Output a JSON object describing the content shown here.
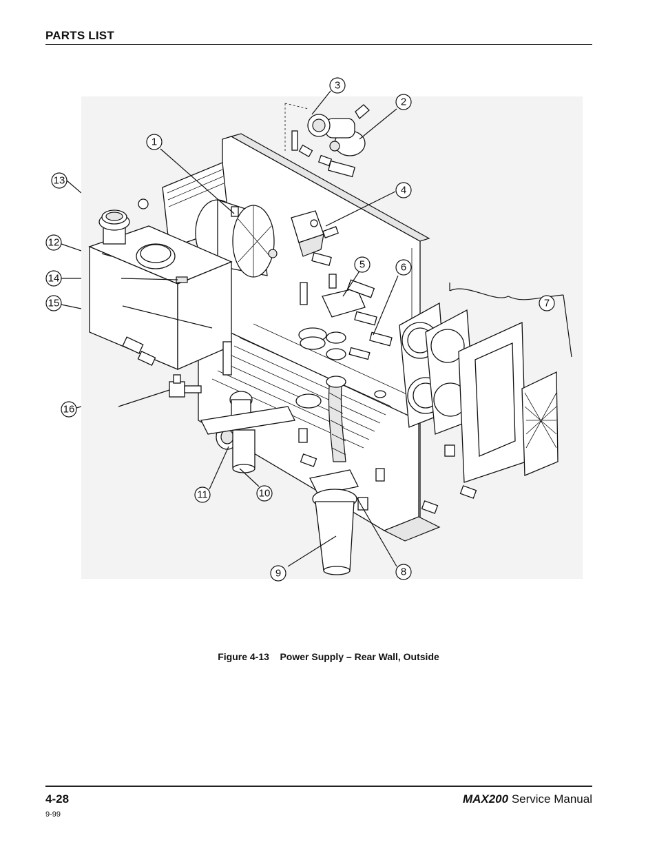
{
  "header": {
    "section_title": "PARTS LIST"
  },
  "figure": {
    "caption": "Figure 4-13    Power Supply – Rear Wall, Outside",
    "callouts": [
      {
        "label": "1"
      },
      {
        "label": "2"
      },
      {
        "label": "3"
      },
      {
        "label": "4"
      },
      {
        "label": "5"
      },
      {
        "label": "6"
      },
      {
        "label": "7"
      },
      {
        "label": "8"
      },
      {
        "label": "9"
      },
      {
        "label": "10"
      },
      {
        "label": "11"
      },
      {
        "label": "12"
      },
      {
        "label": "13"
      },
      {
        "label": "14"
      },
      {
        "label": "15"
      },
      {
        "label": "16"
      }
    ]
  },
  "footer": {
    "page_number": "4-28",
    "date_code": "9-99",
    "product_name": "MAX200",
    "manual_name": "Service Manual"
  }
}
